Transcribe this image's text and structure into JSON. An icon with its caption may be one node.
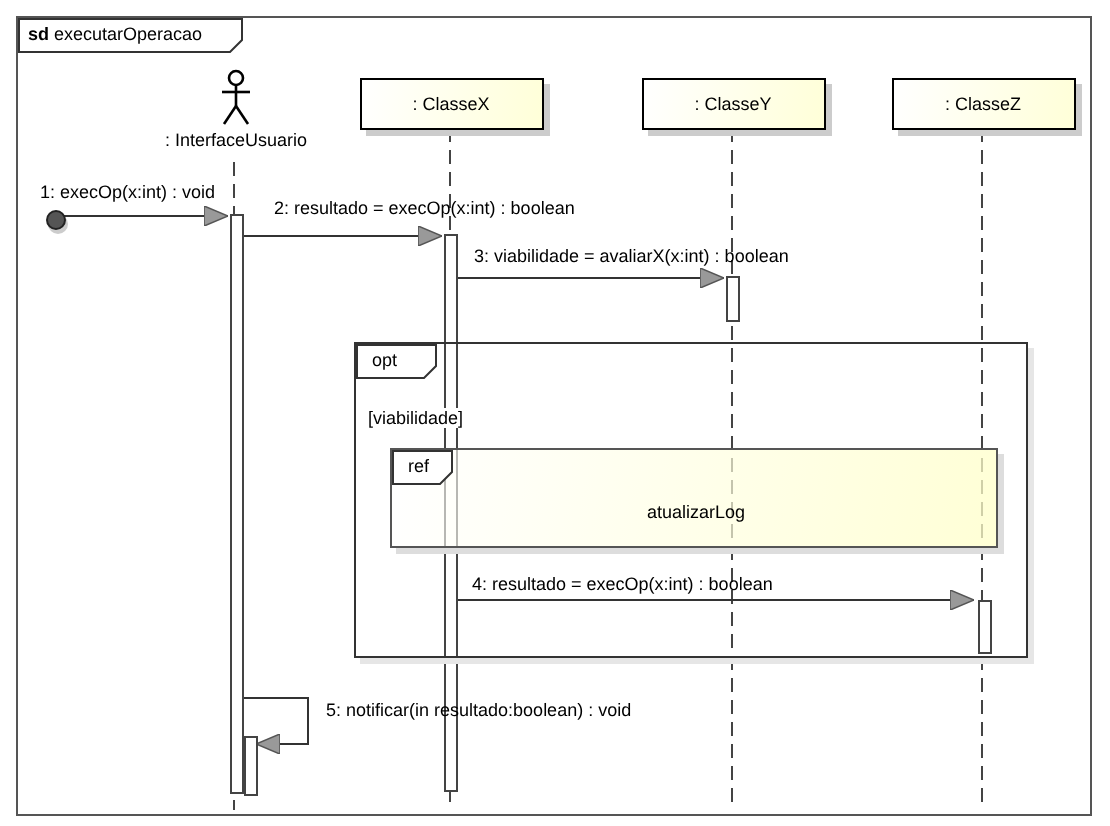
{
  "diagram": {
    "nodes": [
      {
        "text": [
          "**sd** executarOperacao"
        ]
      },
      {
        "text": [
          ": InterfaceUsuario"
        ],
        "in": 0
      },
      {
        "text": [
          ": ClasseX"
        ],
        "in": 0
      },
      {
        "text": [
          ": ClasseY"
        ],
        "in": 0
      },
      {
        "text": [
          ": ClasseZ"
        ],
        "in": 0
      },
      {
        "text": [],
        "shape": "circle",
        "in": 0
      },
      {
        "text": [],
        "shape": "bar",
        "in": 0
      },
      {
        "text": [],
        "shape": "bar",
        "in": 0
      },
      {
        "text": [],
        "shape": "bar",
        "in": 0
      },
      {
        "text": [
          "opt",
          "[viabilidade]"
        ],
        "in": 0
      },
      {
        "text": [
          "ref",
          "atualizarLog"
        ],
        "in": 9
      },
      {
        "text": [],
        "shape": "bar",
        "in": 9
      },
      {
        "text": [],
        "shape": "bar",
        "in": 0
      }
    ],
    "edges": [
      {
        "from": 5,
        "to": 6,
        "arrow": "to",
        "label": "1: execOp(x:int) : void"
      },
      {
        "from": 6,
        "to": 7,
        "arrow": "to",
        "label": "2: resultado = execOp(x:int) : boolean"
      },
      {
        "from": 7,
        "to": 8,
        "arrow": "to",
        "label": "3: viabilidade = avaliarX(x:int) : boolean"
      },
      {
        "from": 7,
        "to": 11,
        "arrow": "to",
        "label": "4: resultado = execOp(x:int) : boolean"
      },
      {
        "from": 6,
        "to": 12,
        "arrow": "to",
        "label": "5: notificar(in resultado:boolean) : void"
      }
    ]
  }
}
